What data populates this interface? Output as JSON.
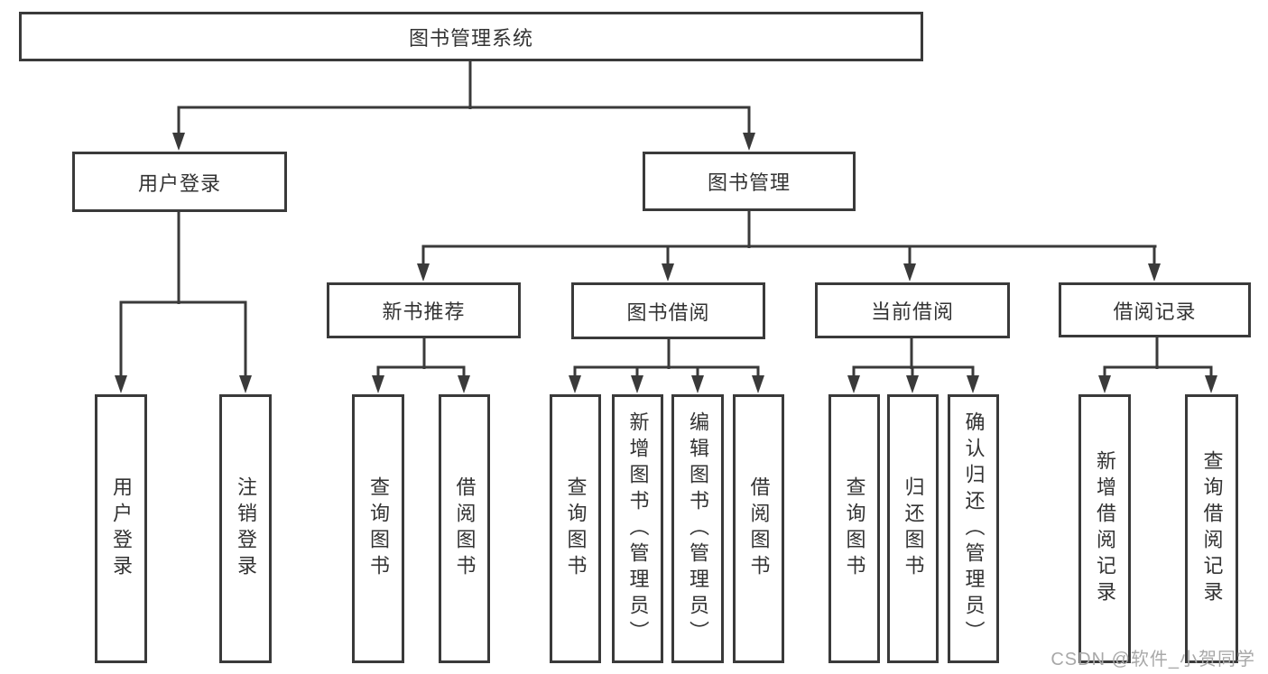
{
  "tree": {
    "root": "图书管理系统",
    "children": [
      {
        "label": "用户登录",
        "children": [
          "用户登录",
          "注销登录"
        ]
      },
      {
        "label": "图书管理",
        "children": [
          {
            "label": "新书推荐",
            "children": [
              "查询图书",
              "借阅图书"
            ]
          },
          {
            "label": "图书借阅",
            "children": [
              "查询图书",
              "新增图书（管理员）",
              "编辑图书（管理员）",
              "借阅图书"
            ]
          },
          {
            "label": "当前借阅",
            "children": [
              "查询图书",
              "归还图书",
              "确认归还（管理员）"
            ]
          },
          {
            "label": "借阅记录",
            "children": [
              "新增借阅记录",
              "查询借阅记录"
            ]
          }
        ]
      }
    ]
  },
  "watermark": "CSDN @软件_小贺同学",
  "colors": {
    "line": "#3a3a3a",
    "text": "#333333",
    "background": "#ffffff",
    "watermark": "#a8a8a8"
  }
}
